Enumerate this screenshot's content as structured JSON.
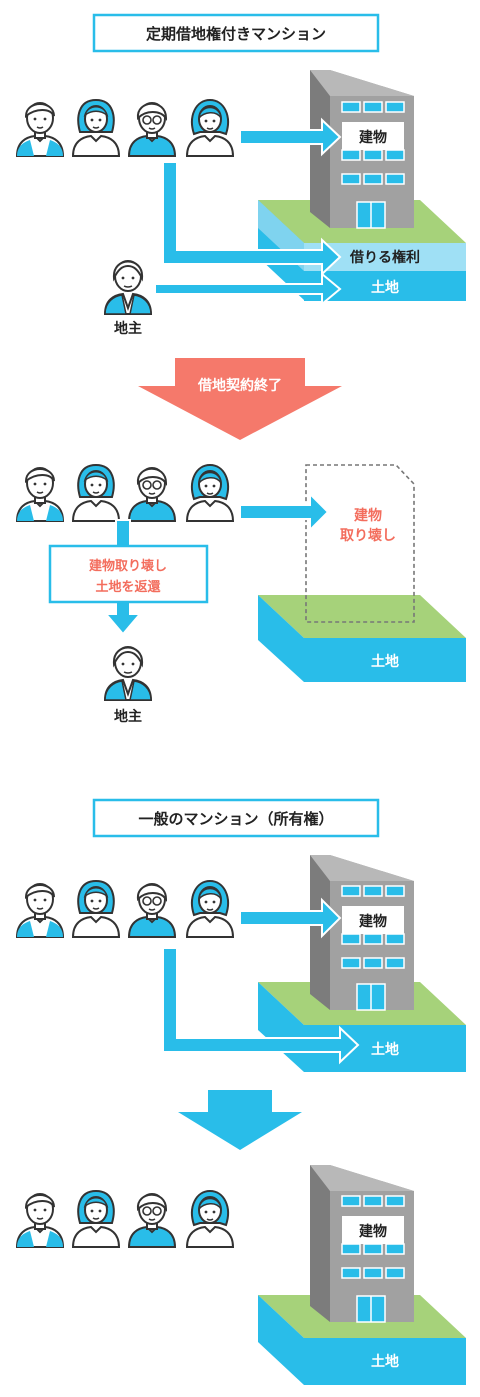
{
  "section1": {
    "title": "定期借地権付きマンション",
    "building_label": "建物",
    "right_label": "借りる権利",
    "land_label": "土地",
    "landowner_label": "地主"
  },
  "transition1": {
    "label": "借地契約終了"
  },
  "section2": {
    "building_label_line1": "建物",
    "building_label_line2": "取り壊し",
    "box_line1": "建物取り壊し",
    "box_line2": "土地を返還",
    "land_label": "土地",
    "landowner_label": "地主"
  },
  "section3": {
    "title": "一般のマンション（所有権）",
    "building_label": "建物",
    "land_label": "土地"
  },
  "section4": {
    "building_label": "建物",
    "land_label": "土地"
  },
  "colors": {
    "blue": "#29bde9",
    "light_blue": "#9fe0f5",
    "grass": "#a6d27a",
    "red": "#f36d5d",
    "salmon": "#f5796b",
    "building_front": "#a1a1a1",
    "building_side": "#7c7c7c",
    "window": "#29bde9"
  }
}
